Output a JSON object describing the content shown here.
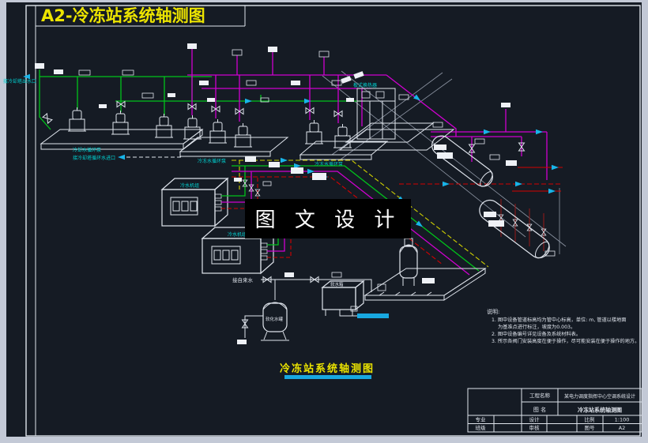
{
  "frame": {
    "sheet_title": "A2-冷冻站系统轴测图"
  },
  "watermark": {
    "text": "图 文 设 计"
  },
  "caption": {
    "text": "冷冻站系统轴测图"
  },
  "labels": {
    "cooling_tower_outlet": "接冷却塔出水口",
    "cooling_pumps": "冷却水循环泵",
    "cooling_tower_inlet": "接冷却塔循环水进口",
    "chilled_pumps_1": "冷冻水循环泵",
    "chilled_pumps_2": "冷冻水循环泵",
    "chiller_1": "冷水机组",
    "chiller_2": "冷水机组",
    "plate_hx": "板式换热器",
    "softened_tank": "软化水罐",
    "softened_box": "软水箱",
    "tap_water": "接自来水"
  },
  "notes": {
    "heading": "说明:",
    "lines": [
      "1. 图中设备管道标高均为管中心标高，单位: m, 管道以楼地面",
      "为基准点进行标注，坡度为0.003。",
      "2. 图中设备编号详见设备及系统材料表。",
      "3. 所示各阀门安装高度在便于操作，尽可能安装在便于操作的地方。"
    ]
  },
  "title_block": {
    "project_label": "工程名称",
    "project_value": "某电力调度指挥中心空调系统设计",
    "drawing_label": "图 名",
    "drawing_value": "冷冻站系统轴测图",
    "major_label": "专业",
    "design_label": "设计",
    "scale_label": "比例",
    "scale_value": "1:100",
    "class_label": "班级",
    "review_label": "审核",
    "sheet_no_label": "图号",
    "sheet_no_value": "A2"
  },
  "colors": {
    "background": "#151b24",
    "border_gray": "#c3c9d6",
    "line_white": "#dfe4ec",
    "pipe_green": "#00c41a",
    "pipe_magenta": "#cf00cf",
    "pipe_red": "#d40000",
    "pipe_yellow": "#cfcf00",
    "label_cyan": "#00d2d2",
    "title_yellow": "#ece400",
    "underline_cyan": "#18a8e0"
  }
}
